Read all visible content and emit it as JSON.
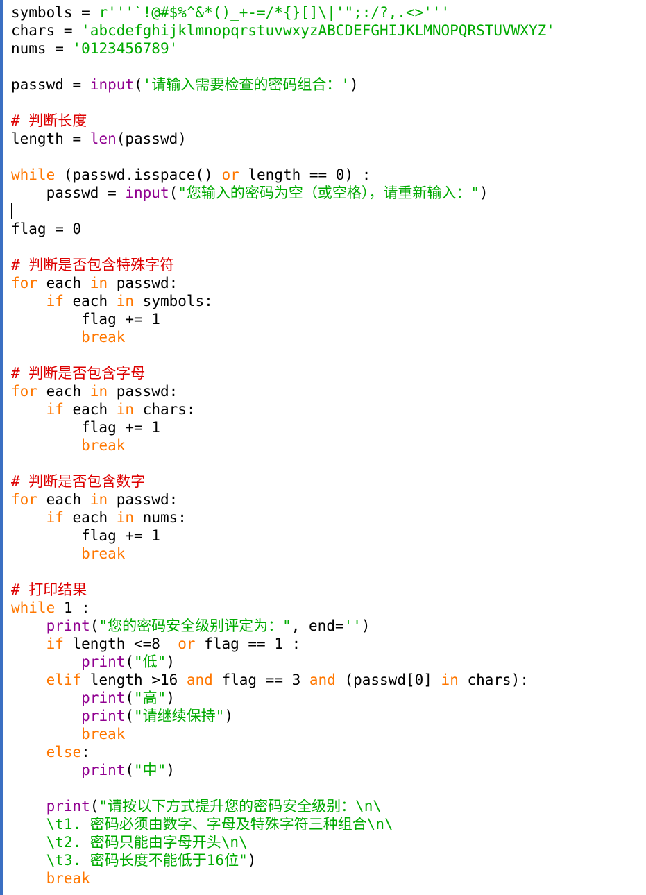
{
  "editor": {
    "colors": {
      "keyword": "#ff7700",
      "builtin": "#900090",
      "string": "#00aa00",
      "comment": "#dd0000",
      "text": "#000000",
      "left_border": "#3b6fc2"
    },
    "lines": [
      [
        [
          "t",
          "symbols = "
        ],
        [
          "s",
          "r'''`!@#$%^&*()_+-=/*{}[]\\|'\";:/?,.<>'''"
        ]
      ],
      [
        [
          "t",
          "chars = "
        ],
        [
          "s",
          "'abcdefghijklmnopqrstuvwxyzABCDEFGHIJKLMNOPQRSTUVWXYZ'"
        ]
      ],
      [
        [
          "t",
          "nums = "
        ],
        [
          "s",
          "'0123456789'"
        ]
      ],
      [],
      [
        [
          "t",
          "passwd = "
        ],
        [
          "b",
          "input"
        ],
        [
          "t",
          "("
        ],
        [
          "s",
          "'请输入需要检查的密码组合：'"
        ],
        [
          "t",
          ")"
        ]
      ],
      [],
      [
        [
          "c",
          "# 判断长度"
        ]
      ],
      [
        [
          "t",
          "length = "
        ],
        [
          "b",
          "len"
        ],
        [
          "t",
          "(passwd)"
        ]
      ],
      [],
      [
        [
          "k",
          "while"
        ],
        [
          "t",
          " (passwd.isspace() "
        ],
        [
          "k",
          "or"
        ],
        [
          "t",
          " length == 0) :"
        ]
      ],
      [
        [
          "t",
          "    passwd = "
        ],
        [
          "b",
          "input"
        ],
        [
          "t",
          "("
        ],
        [
          "s",
          "\"您输入的密码为空（或空格），请重新输入：\""
        ],
        [
          "t",
          ")"
        ]
      ],
      [],
      [
        [
          "t",
          "flag = 0"
        ]
      ],
      [],
      [
        [
          "c",
          "# 判断是否包含特殊字符"
        ]
      ],
      [
        [
          "k",
          "for"
        ],
        [
          "t",
          " each "
        ],
        [
          "k",
          "in"
        ],
        [
          "t",
          " passwd:"
        ]
      ],
      [
        [
          "t",
          "    "
        ],
        [
          "k",
          "if"
        ],
        [
          "t",
          " each "
        ],
        [
          "k",
          "in"
        ],
        [
          "t",
          " symbols:"
        ]
      ],
      [
        [
          "t",
          "        flag += 1"
        ]
      ],
      [
        [
          "t",
          "        "
        ],
        [
          "k",
          "break"
        ]
      ],
      [],
      [
        [
          "c",
          "# 判断是否包含字母"
        ]
      ],
      [
        [
          "k",
          "for"
        ],
        [
          "t",
          " each "
        ],
        [
          "k",
          "in"
        ],
        [
          "t",
          " passwd:"
        ]
      ],
      [
        [
          "t",
          "    "
        ],
        [
          "k",
          "if"
        ],
        [
          "t",
          " each "
        ],
        [
          "k",
          "in"
        ],
        [
          "t",
          " chars:"
        ]
      ],
      [
        [
          "t",
          "        flag += 1"
        ]
      ],
      [
        [
          "t",
          "        "
        ],
        [
          "k",
          "break"
        ]
      ],
      [],
      [
        [
          "c",
          "# 判断是否包含数字"
        ]
      ],
      [
        [
          "k",
          "for"
        ],
        [
          "t",
          " each "
        ],
        [
          "k",
          "in"
        ],
        [
          "t",
          " passwd:"
        ]
      ],
      [
        [
          "t",
          "    "
        ],
        [
          "k",
          "if"
        ],
        [
          "t",
          " each "
        ],
        [
          "k",
          "in"
        ],
        [
          "t",
          " nums:"
        ]
      ],
      [
        [
          "t",
          "        flag += 1"
        ]
      ],
      [
        [
          "t",
          "        "
        ],
        [
          "k",
          "break"
        ]
      ],
      [],
      [
        [
          "c",
          "# 打印结果"
        ]
      ],
      [
        [
          "k",
          "while"
        ],
        [
          "t",
          " 1 :"
        ]
      ],
      [
        [
          "t",
          "    "
        ],
        [
          "b",
          "print"
        ],
        [
          "t",
          "("
        ],
        [
          "s",
          "\"您的密码安全级别评定为：\""
        ],
        [
          "t",
          ", end="
        ],
        [
          "s",
          "''"
        ],
        [
          "t",
          ")"
        ]
      ],
      [
        [
          "t",
          "    "
        ],
        [
          "k",
          "if"
        ],
        [
          "t",
          " length <=8  "
        ],
        [
          "k",
          "or"
        ],
        [
          "t",
          " flag == 1 :"
        ]
      ],
      [
        [
          "t",
          "        "
        ],
        [
          "b",
          "print"
        ],
        [
          "t",
          "("
        ],
        [
          "s",
          "\"低\""
        ],
        [
          "t",
          ")"
        ]
      ],
      [
        [
          "t",
          "    "
        ],
        [
          "k",
          "elif"
        ],
        [
          "t",
          " length >16 "
        ],
        [
          "k",
          "and"
        ],
        [
          "t",
          " flag == 3 "
        ],
        [
          "k",
          "and"
        ],
        [
          "t",
          " (passwd[0] "
        ],
        [
          "k",
          "in"
        ],
        [
          "t",
          " chars):"
        ]
      ],
      [
        [
          "t",
          "        "
        ],
        [
          "b",
          "print"
        ],
        [
          "t",
          "("
        ],
        [
          "s",
          "\"高\""
        ],
        [
          "t",
          ")"
        ]
      ],
      [
        [
          "t",
          "        "
        ],
        [
          "b",
          "print"
        ],
        [
          "t",
          "("
        ],
        [
          "s",
          "\"请继续保持\""
        ],
        [
          "t",
          ")"
        ]
      ],
      [
        [
          "t",
          "        "
        ],
        [
          "k",
          "break"
        ]
      ],
      [
        [
          "t",
          "    "
        ],
        [
          "k",
          "else"
        ],
        [
          "t",
          ":"
        ]
      ],
      [
        [
          "t",
          "        "
        ],
        [
          "b",
          "print"
        ],
        [
          "t",
          "("
        ],
        [
          "s",
          "\"中\""
        ],
        [
          "t",
          ")"
        ]
      ],
      [],
      [
        [
          "t",
          "    "
        ],
        [
          "b",
          "print"
        ],
        [
          "t",
          "("
        ],
        [
          "s",
          "\"请按以下方式提升您的密码安全级别：\\n\\"
        ]
      ],
      [
        [
          "s",
          "    \\t1. 密码必须由数字、字母及特殊字符三种组合\\n\\"
        ]
      ],
      [
        [
          "s",
          "    \\t2. 密码只能由字母开头\\n\\"
        ]
      ],
      [
        [
          "s",
          "    \\t3. 密码长度不能低于16位\""
        ],
        [
          "t",
          ")"
        ]
      ],
      [
        [
          "t",
          "    "
        ],
        [
          "k",
          "break"
        ]
      ]
    ]
  }
}
